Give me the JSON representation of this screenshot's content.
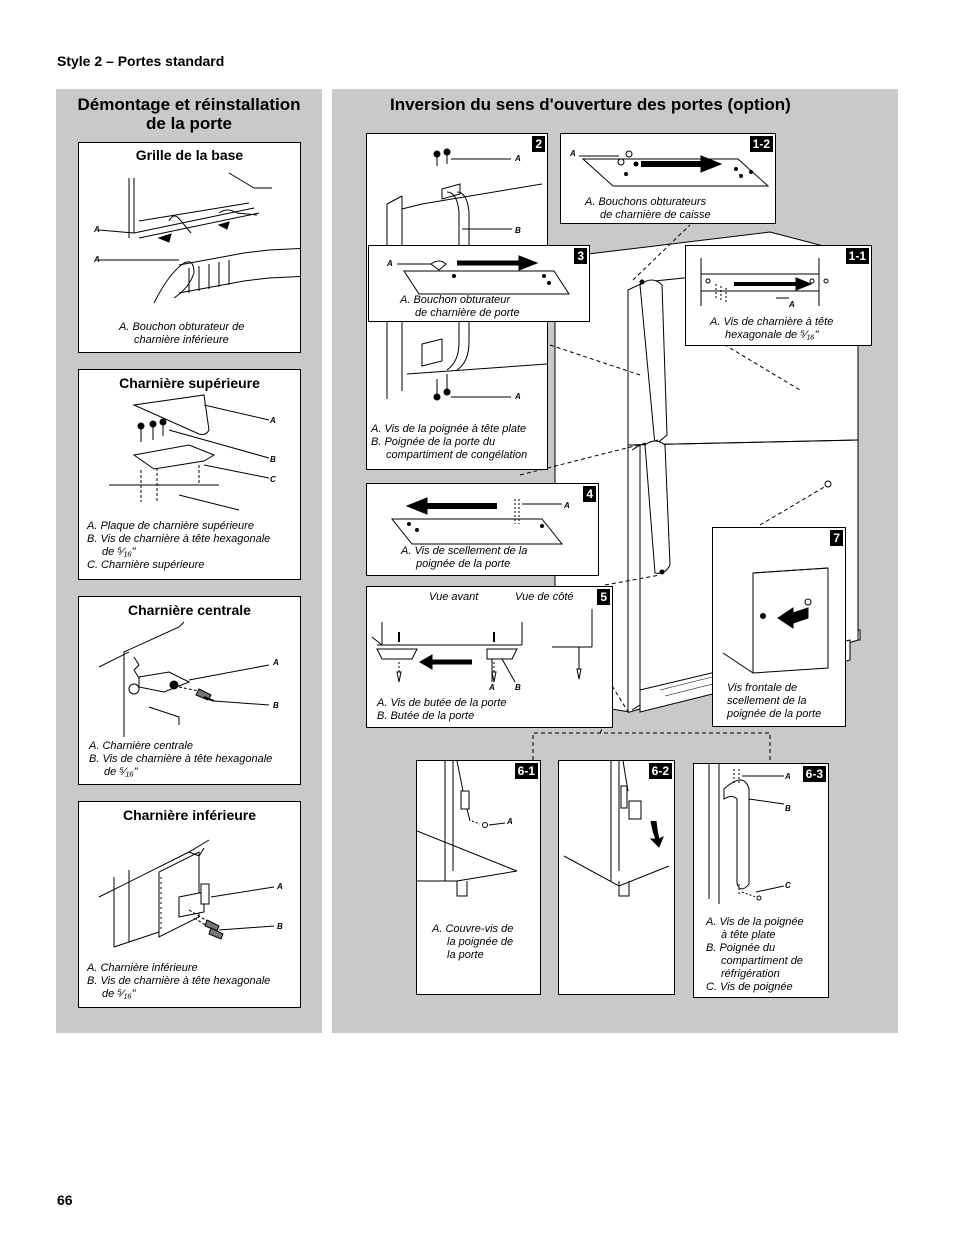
{
  "page": {
    "header": "Style 2 – Portes standard",
    "page_number": "66"
  },
  "left_panel": {
    "title_line1": "Démontage et réinstallation",
    "title_line2": "de la porte",
    "boxes": {
      "base_grille": {
        "title": "Grille de la base",
        "labels": [
          "A",
          "A"
        ],
        "caption": [
          "A. Bouchon obturateur de",
          "charnière inférieure"
        ]
      },
      "top_hinge": {
        "title": "Charnière supérieure",
        "labels": [
          "A",
          "B",
          "C"
        ],
        "caption": [
          "A. Plaque de charnière supérieure",
          "B. Vis de charnière à tête hexagonale",
          "de ⁵⁄₁₆\"",
          "C. Charnière supérieure"
        ]
      },
      "center_hinge": {
        "title": "Charnière centrale",
        "labels": [
          "A",
          "B"
        ],
        "caption": [
          "A. Charnière centrale",
          "B. Vis de charnière à tête hexagonale",
          "de ⁵⁄₁₆\""
        ]
      },
      "bottom_hinge": {
        "title": "Charnière inférieure",
        "labels": [
          "A",
          "B"
        ],
        "caption": [
          "A. Charnière inférieure",
          "B. Vis de charnière à tête hexagonale",
          "de ⁵⁄₁₆\""
        ]
      }
    }
  },
  "right_panel": {
    "title": "Inversion du sens d'ouverture des portes (option)",
    "steps": {
      "s2": {
        "badge": "2",
        "labels": [
          "A",
          "B",
          "A"
        ],
        "caption": [
          "A. Vis de la poignée à tête plate",
          "B. Poignée de la porte du",
          "compartiment de congélation"
        ]
      },
      "s1_2": {
        "badge": "1-2",
        "labels": [
          "A"
        ],
        "caption": [
          "A. Bouchons obturateurs",
          "de charnière de caisse"
        ]
      },
      "s3": {
        "badge": "3",
        "labels": [
          "A"
        ],
        "caption": [
          "A. Bouchon obturateur",
          "de charnière de porte"
        ]
      },
      "s1_1": {
        "badge": "1-1",
        "labels": [
          "A"
        ],
        "caption": [
          "A. Vis de charnière à tête",
          "hexagonale de ⁵⁄₁₆\""
        ]
      },
      "s4": {
        "badge": "4",
        "labels": [
          "A"
        ],
        "caption": [
          "A. Vis de scellement de la",
          "poignée de la porte"
        ]
      },
      "s5": {
        "badge": "5",
        "view_front": "Vue avant",
        "view_side": "Vue de côté",
        "labels": [
          "A",
          "B"
        ],
        "caption": [
          "A. Vis de butée de la porte",
          "B. Butée de la porte"
        ]
      },
      "s7": {
        "badge": "7",
        "caption": [
          "Vis frontale de",
          "scellement de la",
          "poignée de la porte"
        ]
      },
      "s6_1": {
        "badge": "6-1",
        "labels": [
          "A"
        ],
        "caption": [
          "A. Couvre-vis de",
          "la poignée de",
          "la porte"
        ]
      },
      "s6_2": {
        "badge": "6-2"
      },
      "s6_3": {
        "badge": "6-3",
        "labels": [
          "A",
          "B",
          "C"
        ],
        "caption": [
          "A. Vis de la poignée",
          "à tête plate",
          "B. Poignée du",
          "compartiment de",
          "réfrigération",
          "C. Vis de poignée"
        ]
      }
    }
  }
}
